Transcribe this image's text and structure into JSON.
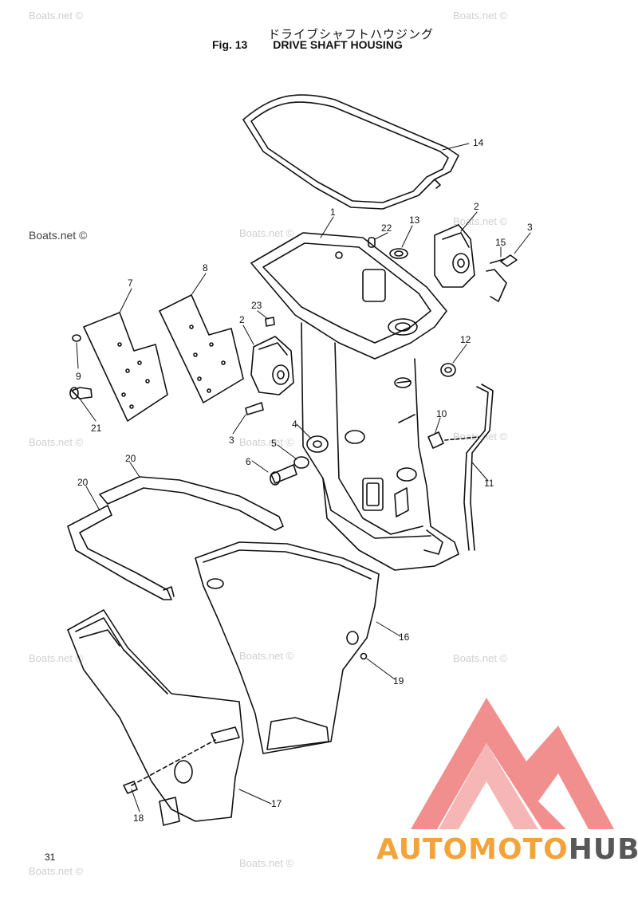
{
  "header": {
    "title_jp": "ドライブシャフトハウジング",
    "fig_label": "Fig. 13",
    "title_en": "DRIVE SHAFT HOUSING"
  },
  "watermark_text": "Boats.net ©",
  "page_number": "31",
  "brand": {
    "part1": "AUTOMOTO",
    "part2": "HUB",
    "accent_color": "#f3a33a",
    "dark_color": "#585858",
    "triangle_color": "#ef7b7b"
  },
  "callouts": [
    "14",
    "1",
    "2",
    "3",
    "22",
    "13",
    "15",
    "7",
    "8",
    "23",
    "2",
    "12",
    "9",
    "21",
    "4",
    "10",
    "3",
    "5",
    "6",
    "11",
    "20",
    "20",
    "16",
    "19",
    "17",
    "18"
  ]
}
